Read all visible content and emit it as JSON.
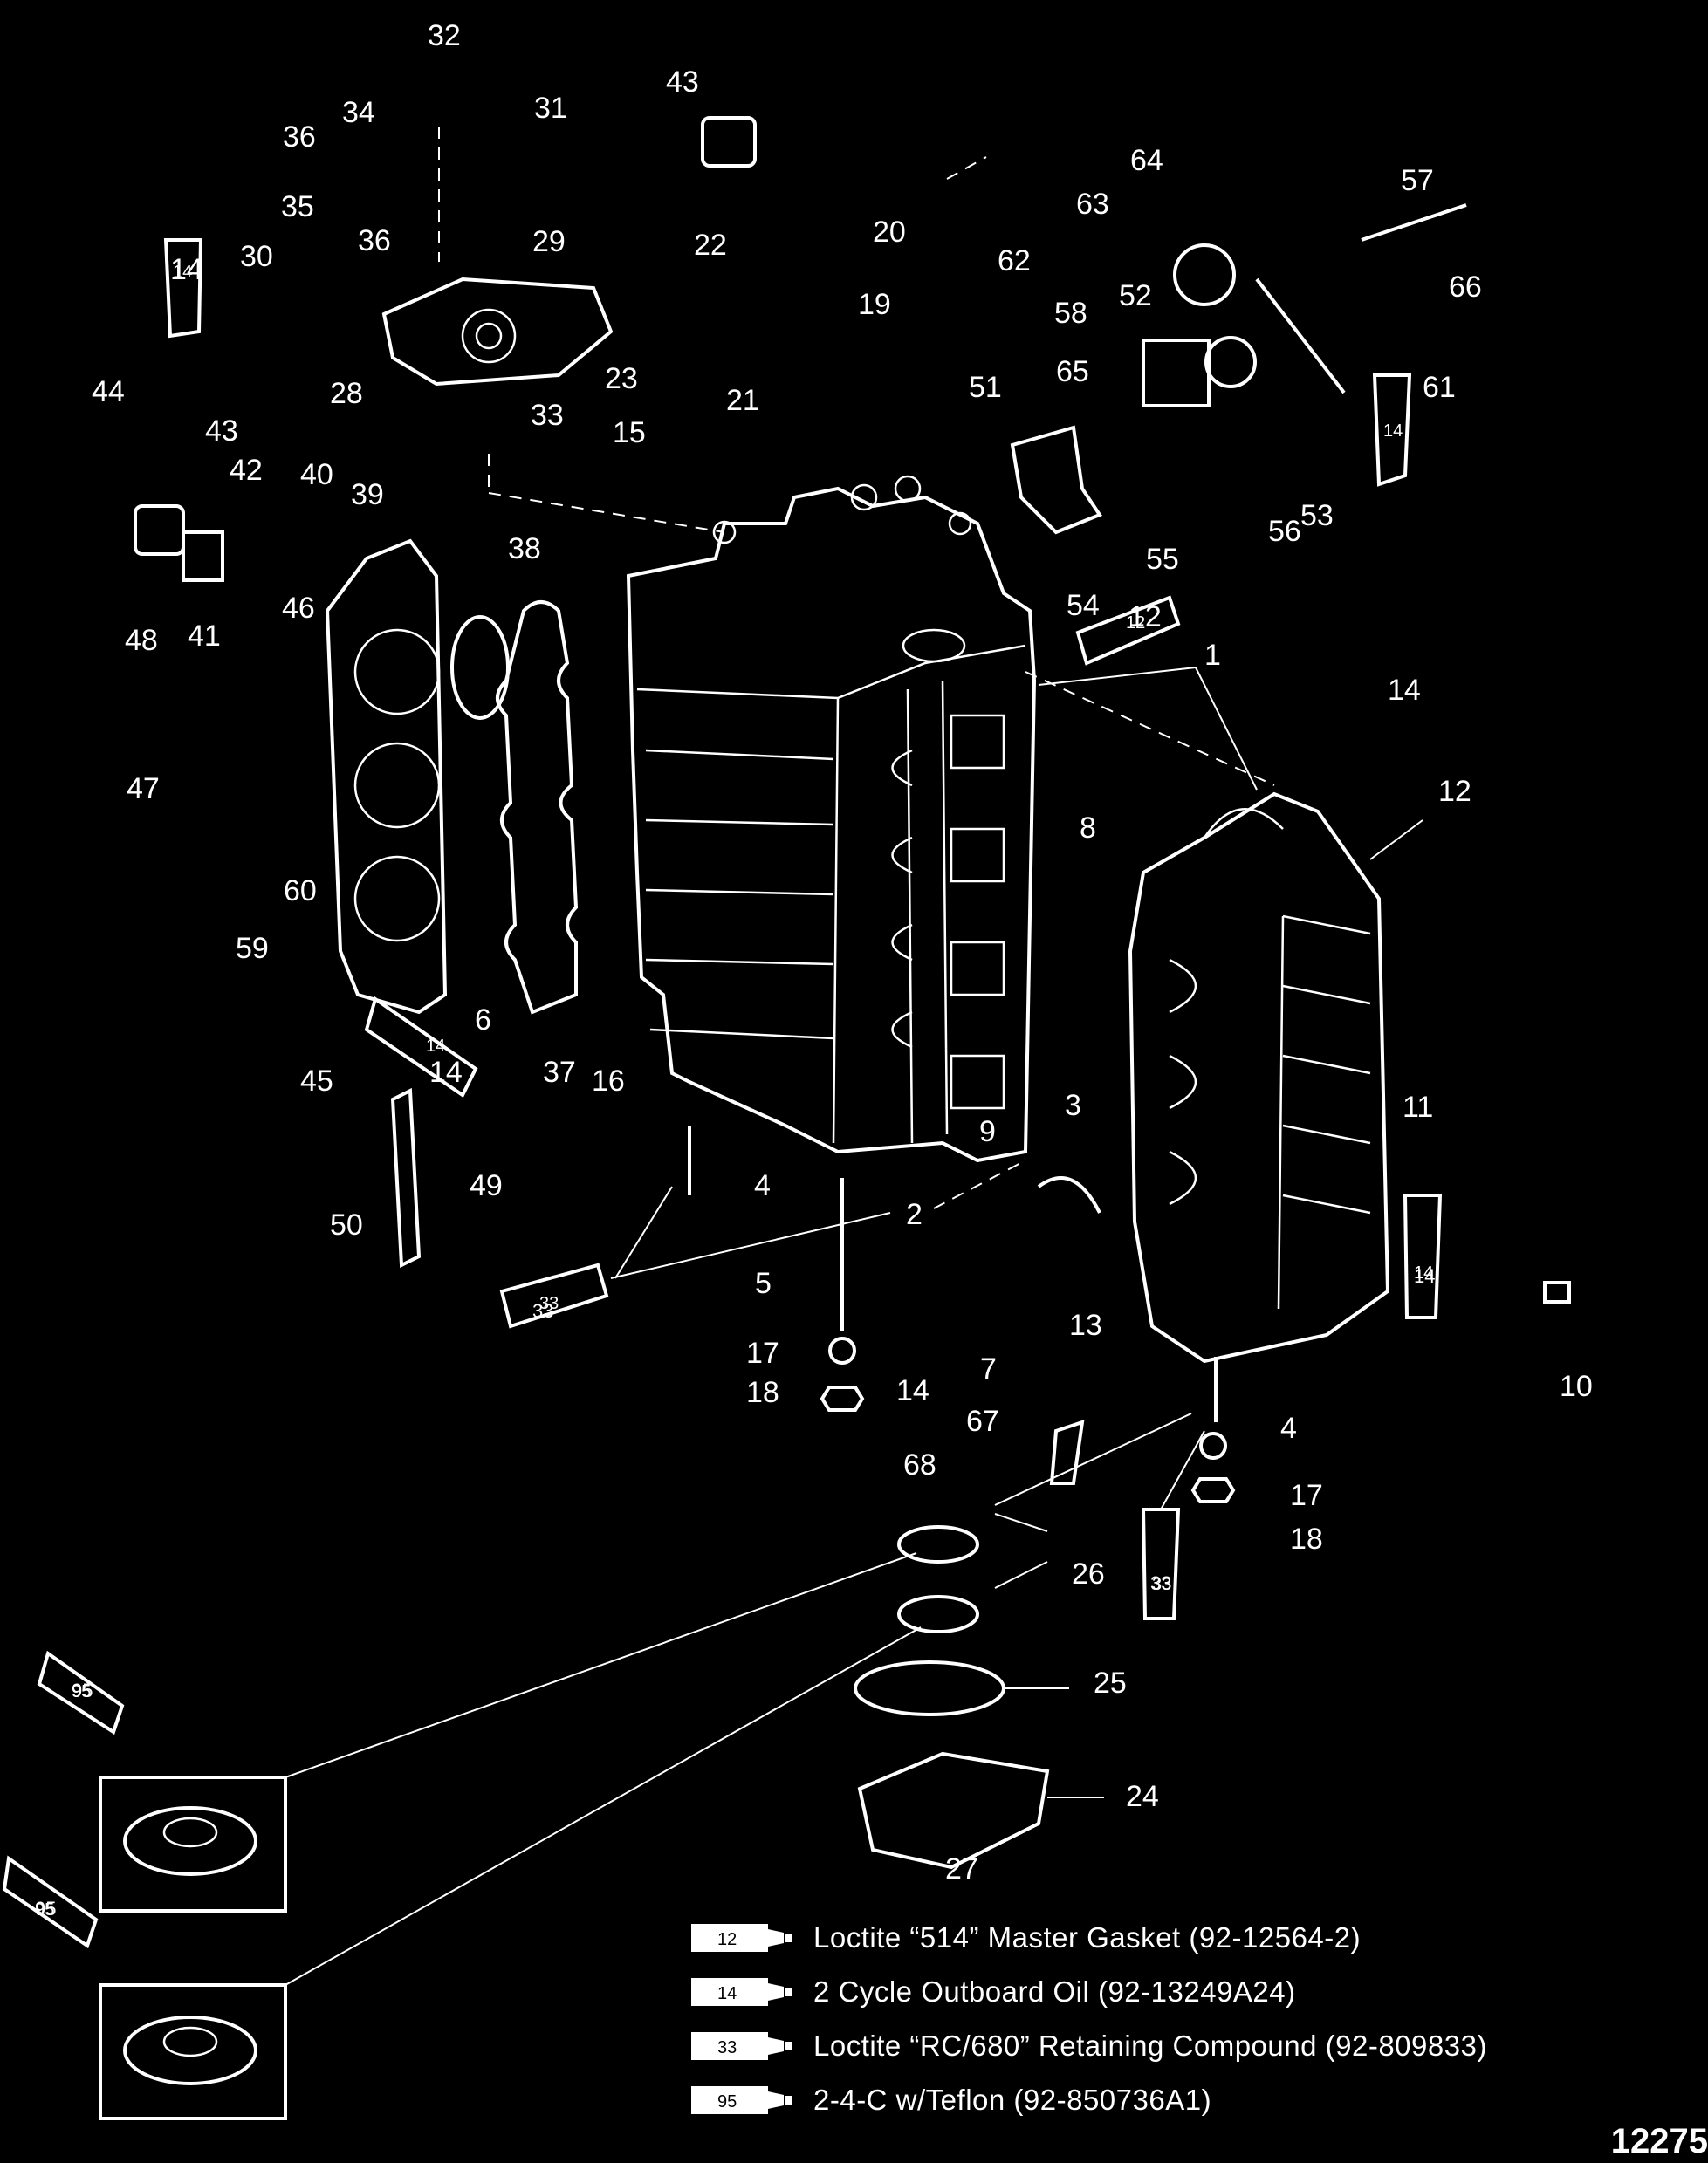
{
  "callouts": [
    "32",
    "31",
    "34",
    "36",
    "43",
    "64",
    "63",
    "36",
    "35",
    "29",
    "30",
    "20",
    "22",
    "62",
    "57",
    "66",
    "19",
    "52",
    "58",
    "14",
    "23",
    "28",
    "33",
    "65",
    "61",
    "51",
    "44",
    "21",
    "15",
    "43",
    "42",
    "40",
    "39",
    "56",
    "53",
    "55",
    "38",
    "54",
    "12",
    "46",
    "41",
    "48",
    "1",
    "14",
    "8",
    "12",
    "47",
    "60",
    "59",
    "6",
    "14",
    "45",
    "37",
    "16",
    "11",
    "3",
    "9",
    "50",
    "49",
    "4",
    "2",
    "33",
    "5",
    "13",
    "14",
    "17",
    "14",
    "18",
    "7",
    "10",
    "4",
    "67",
    "68",
    "17",
    "33",
    "18",
    "26",
    "25",
    "95",
    "24",
    "27",
    "95"
  ],
  "legend": [
    {
      "tube": "12",
      "text": "Loctite “514” Master Gasket (92-12564-2)"
    },
    {
      "tube": "14",
      "text": "2 Cycle Outboard Oil (92-13249A24)"
    },
    {
      "tube": "33",
      "text": "Loctite “RC/680” Retaining Compound (92-809833)"
    },
    {
      "tube": "95",
      "text": "2-4-C w/Teflon (92-850736A1)"
    }
  ],
  "figure_code": "12275"
}
